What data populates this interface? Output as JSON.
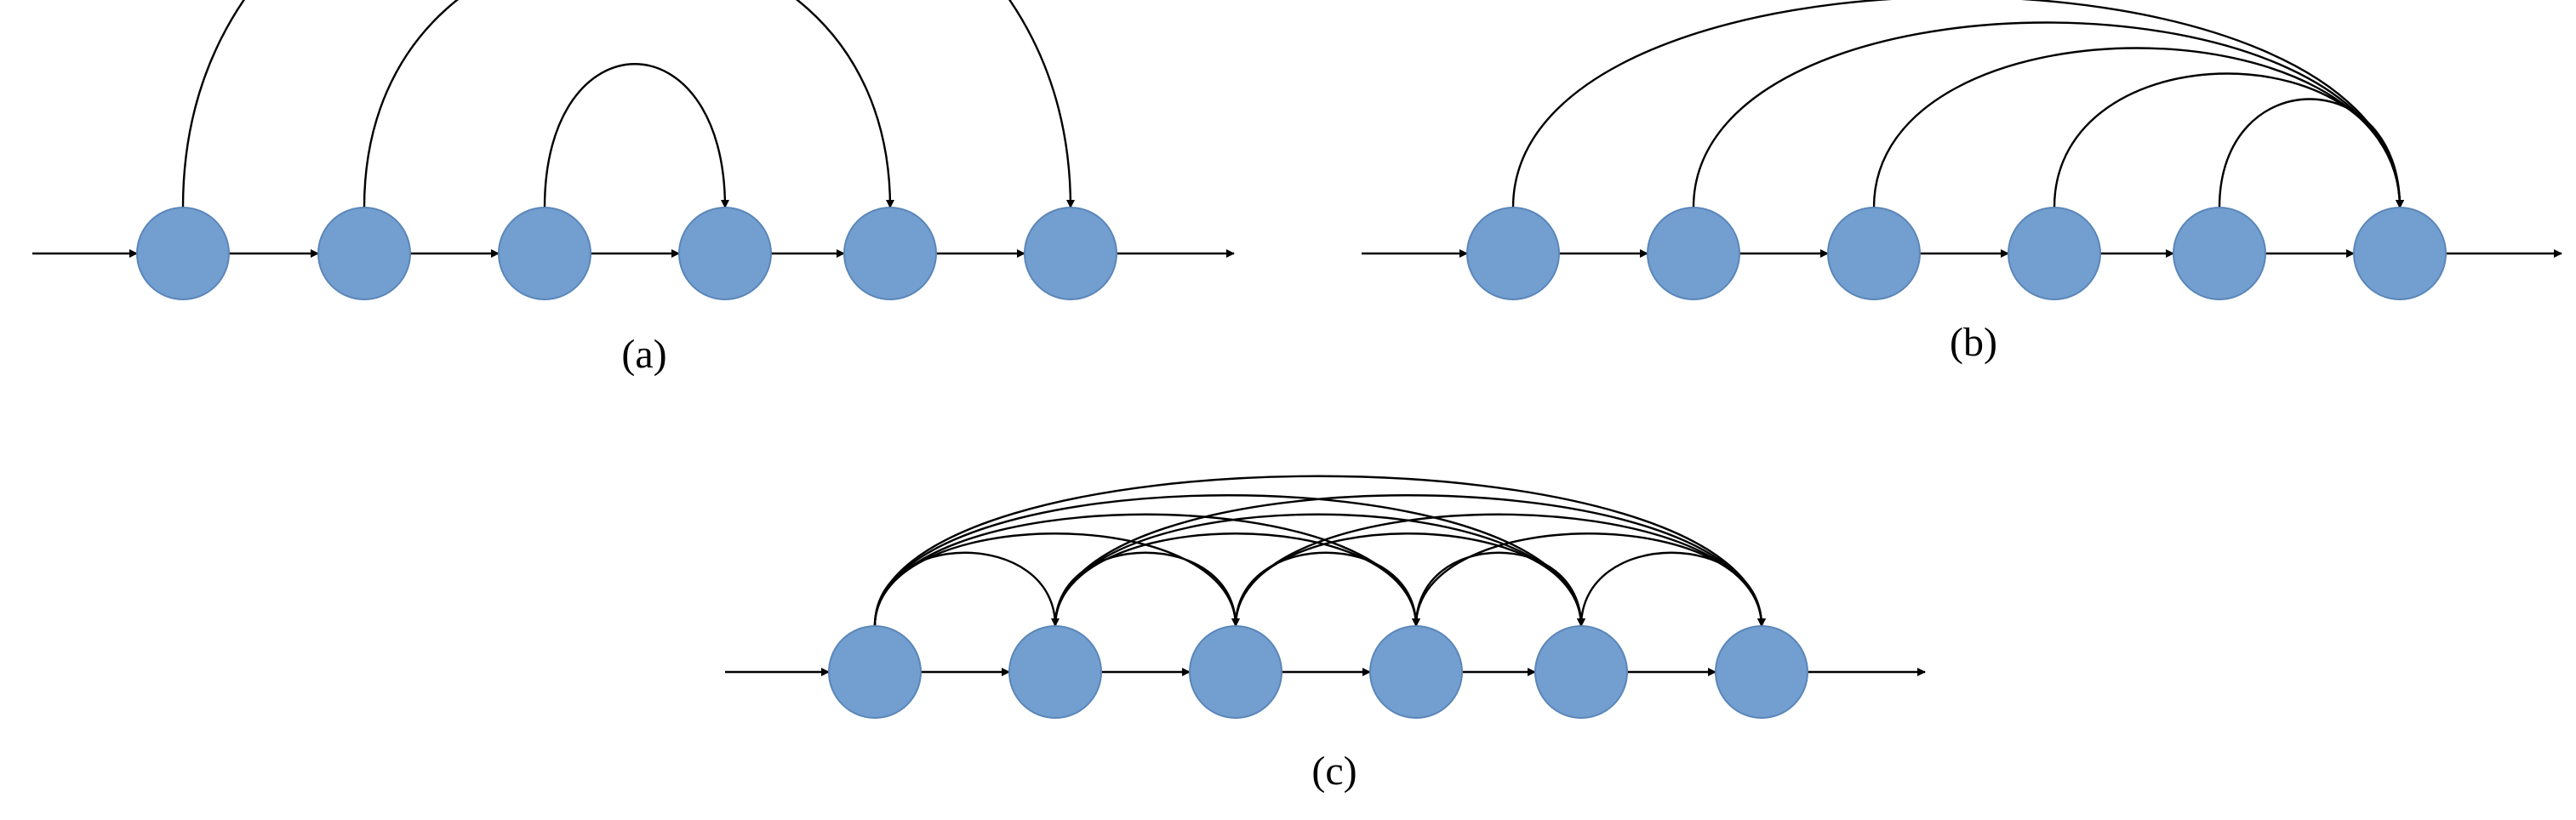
{
  "colors": {
    "node_fill": "#729fcf",
    "node_stroke": "#5b86b9",
    "edge": "#000000",
    "background": "#ffffff"
  },
  "panels": [
    {
      "id": "a",
      "caption": "(a)",
      "node_count": 6,
      "sequential_edges": true,
      "skip_edges": [
        [
          0,
          5
        ],
        [
          1,
          4
        ],
        [
          2,
          3
        ]
      ]
    },
    {
      "id": "b",
      "caption": "(b)",
      "node_count": 6,
      "sequential_edges": true,
      "skip_edges": [
        [
          0,
          5
        ],
        [
          1,
          5
        ],
        [
          2,
          5
        ],
        [
          3,
          5
        ],
        [
          4,
          5
        ]
      ]
    },
    {
      "id": "c",
      "caption": "(c)",
      "node_count": 6,
      "sequential_edges": true,
      "skip_edges": [
        [
          0,
          1
        ],
        [
          0,
          2
        ],
        [
          0,
          3
        ],
        [
          0,
          4
        ],
        [
          0,
          5
        ],
        [
          1,
          2
        ],
        [
          1,
          3
        ],
        [
          1,
          4
        ],
        [
          1,
          5
        ],
        [
          2,
          3
        ],
        [
          2,
          4
        ],
        [
          2,
          5
        ],
        [
          3,
          4
        ],
        [
          3,
          5
        ],
        [
          4,
          5
        ]
      ]
    }
  ]
}
